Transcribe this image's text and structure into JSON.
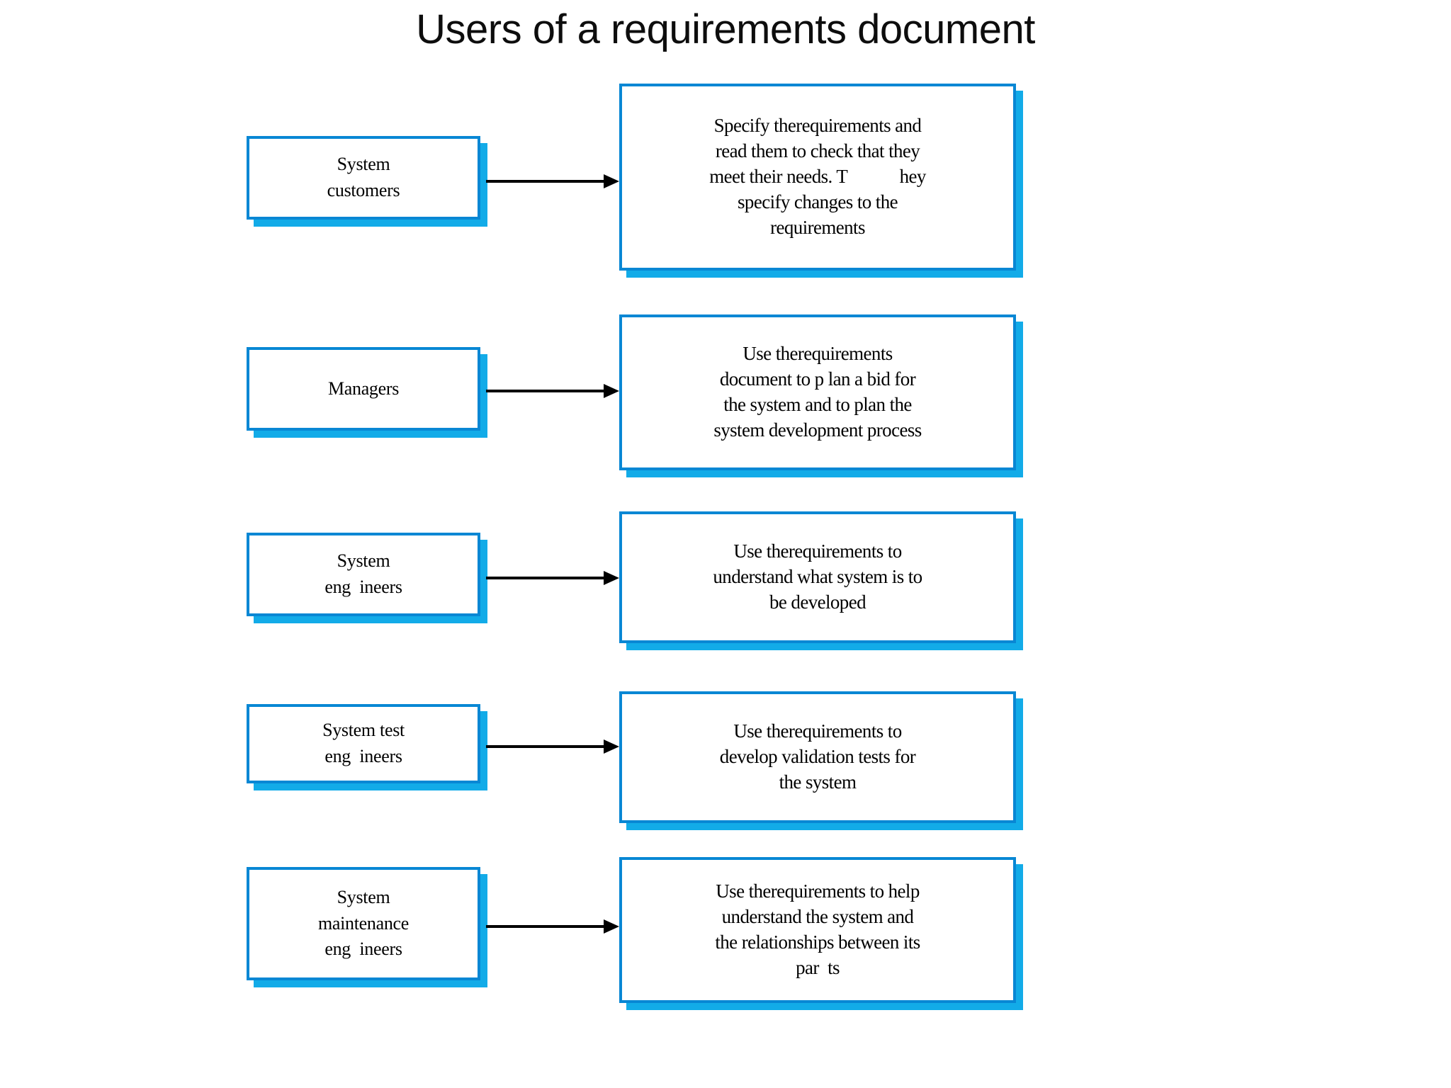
{
  "slide": {
    "title": "Users of a requirements document",
    "background_color": "#ffffff",
    "accent_border_color": "#0887D4",
    "accent_shadow_color": "#12ABE8",
    "arrow_color": "#000000"
  },
  "diagram": {
    "type": "actor-to-description flow",
    "arrow_label": "arrow-right",
    "rows": [
      {
        "actor": "System\ncustomers",
        "actor_lines": [
          "System",
          "customers"
        ],
        "description": "Specify the requirements and read them to check that they meet their needs. T      hey specify changes to the requirements",
        "description_lines": [
          "Specify therequirements and",
          "read them to check that they",
          "meet their needs. T            hey",
          "specify changes to the",
          "requirements"
        ]
      },
      {
        "actor": "Managers",
        "actor_lines": [
          "Managers"
        ],
        "description": "Use the requirements document to plan a bid for the system and to plan the system development process",
        "description_lines": [
          "Use therequirements",
          "document to p lan a bid for",
          "the system and to plan the",
          "system development process"
        ]
      },
      {
        "actor": "System\neng ineers",
        "actor_lines": [
          "System",
          "eng  ineers"
        ],
        "description": "Use the requirements to understand what system is to be developed",
        "description_lines": [
          "Use therequirements to",
          "understand what system is to",
          "be developed"
        ]
      },
      {
        "actor": "System test\neng ineers",
        "actor_lines": [
          "System test",
          "eng  ineers"
        ],
        "description": "Use the requirements to develop validation tests for the system",
        "description_lines": [
          "Use therequirements to",
          "develop validation tests for",
          "the system"
        ]
      },
      {
        "actor": "System\nmaintenance\neng ineers",
        "actor_lines": [
          "System",
          "maintenance",
          "eng  ineers"
        ],
        "description": "Use the requirements to help understand the system and the relationships between its par ts",
        "description_lines": [
          "Use therequirements to help",
          "understand the system and",
          "the relationships between its",
          "par  ts"
        ]
      }
    ]
  }
}
